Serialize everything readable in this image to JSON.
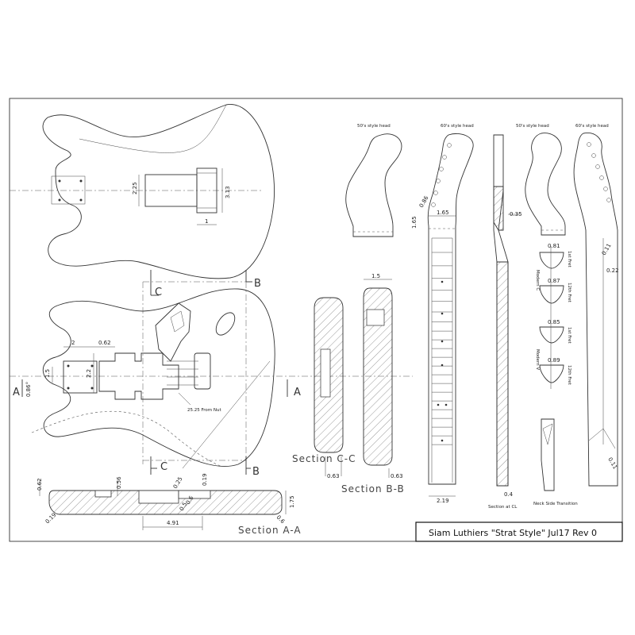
{
  "title_block": {
    "text": "Siam Luthiers \"Strat Style\" Jul17  Rev 0"
  },
  "section_labels": {
    "section_aa": "Section A-A",
    "section_bb": "Section B-B",
    "section_cc": "Section C-C"
  },
  "section_letters": {
    "a": "A",
    "b": "B",
    "c": "C"
  },
  "headstock_labels": {
    "fifties_1": "50's style head",
    "sixties_1": "60's style head",
    "fifties_2": "50's style head",
    "sixties_2": "60's style head"
  },
  "body_dimensions": {
    "route_height": "2.25",
    "outer_height": "3.13",
    "heel_width": "1",
    "pickup_width": "2",
    "pickup_gap": "0.62",
    "pickup_depth": "1.5",
    "cavity_height": "2.2",
    "angle_label": "0.86°",
    "nut_note": "25.25 From Nut"
  },
  "section_aa_dimensions": {
    "top_thickness": "0.62",
    "cavity_depth": "0.56",
    "bridge_depth": "0.25",
    "bridge_rout": "0.19",
    "pocket_depth": "0.6",
    "pocket_small": "0.5",
    "body_thickness": "1.75",
    "span": "4.91",
    "edge_left": "0.19",
    "edge_right": "0.6"
  },
  "section_bb_dimensions": {
    "width": "1.5",
    "offset": "0.63"
  },
  "section_cc_dimensions": {
    "offset": "0.63"
  },
  "neck_dimensions": {
    "angle": "0.86",
    "head_length": "1.65",
    "nut_width": "1.65",
    "neck_thickness": "0.35",
    "heel_width": "2.19",
    "heel_depth": "0.4",
    "section_note": "Section at CL",
    "transition_note": "Neck Side Transition",
    "tip_1": "0.11",
    "tip_2": "0.22",
    "tip_3": "0.11"
  },
  "profile_notes": {
    "fret_1": "1st Fret",
    "fret_12": "12th Fret",
    "modern_c": "Modern C",
    "modern_v": "Modern V",
    "c_first": "0.81",
    "c_twelfth": "0.87",
    "v_first": "0.85",
    "v_twelfth": "0.89"
  }
}
